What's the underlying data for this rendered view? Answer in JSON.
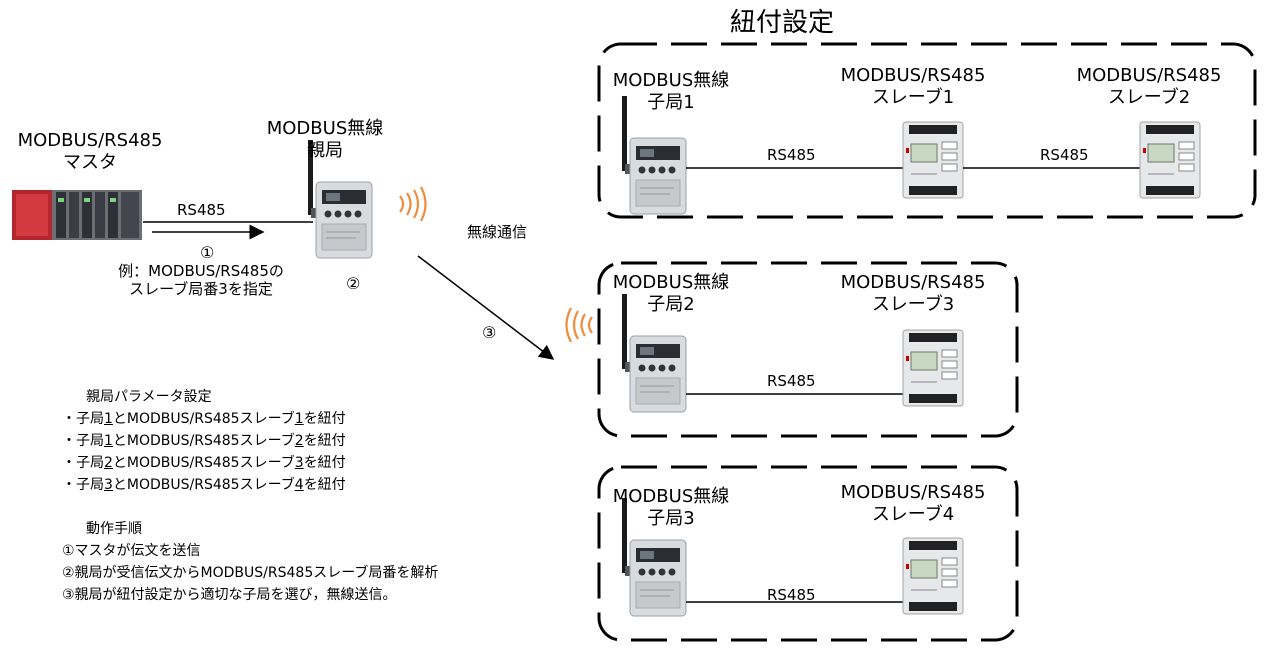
{
  "pairing_title": "紐付設定",
  "master": {
    "line1": "MODBUS/RS485",
    "line2": "マスタ"
  },
  "parent": {
    "line1": "MODBUS無線",
    "line2": "親局"
  },
  "link_label_master": "RS485",
  "step1_mark": "①",
  "step2_mark": "②",
  "step3_mark": "③",
  "example": {
    "line1": "例：MODBUS/RS485の",
    "line2": "スレーブ局番3を指定"
  },
  "wireless_label": "無線通信",
  "groups": [
    {
      "child_line1": "MODBUS無線",
      "child_line2": "子局1",
      "slaves": [
        {
          "line1": "MODBUS/RS485",
          "line2": "スレーブ1"
        },
        {
          "line1": "MODBUS/RS485",
          "line2": "スレーブ2"
        }
      ],
      "links": [
        "RS485",
        "RS485"
      ]
    },
    {
      "child_line1": "MODBUS無線",
      "child_line2": "子局2",
      "slaves": [
        {
          "line1": "MODBUS/RS485",
          "line2": "スレーブ3"
        }
      ],
      "links": [
        "RS485"
      ]
    },
    {
      "child_line1": "MODBUS無線",
      "child_line2": "子局3",
      "slaves": [
        {
          "line1": "MODBUS/RS485",
          "line2": "スレーブ4"
        }
      ],
      "links": [
        "RS485"
      ]
    }
  ],
  "params": {
    "title": "親局パラメータ設定",
    "items": [
      {
        "a": "・子局",
        "b": "1",
        "c": "とMODBUS/RS485スレーブ",
        "d": "1",
        "e": "を紐付"
      },
      {
        "a": "・子局",
        "b": "1",
        "c": "とMODBUS/RS485スレーブ",
        "d": "2",
        "e": "を紐付"
      },
      {
        "a": "・子局",
        "b": "2",
        "c": "とMODBUS/RS485スレーブ",
        "d": "3",
        "e": "を紐付"
      },
      {
        "a": "・子局",
        "b": "3",
        "c": "とMODBUS/RS485スレーブ",
        "d": "4",
        "e": "を紐付"
      }
    ]
  },
  "procedure": {
    "title": "動作手順",
    "steps": [
      "①マスタが伝文を送信",
      "②親局が受信伝文からMODBUS/RS485スレーブ局番を解析",
      "③親局が紐付設定から適切な子局を選び，無線送信。"
    ]
  }
}
